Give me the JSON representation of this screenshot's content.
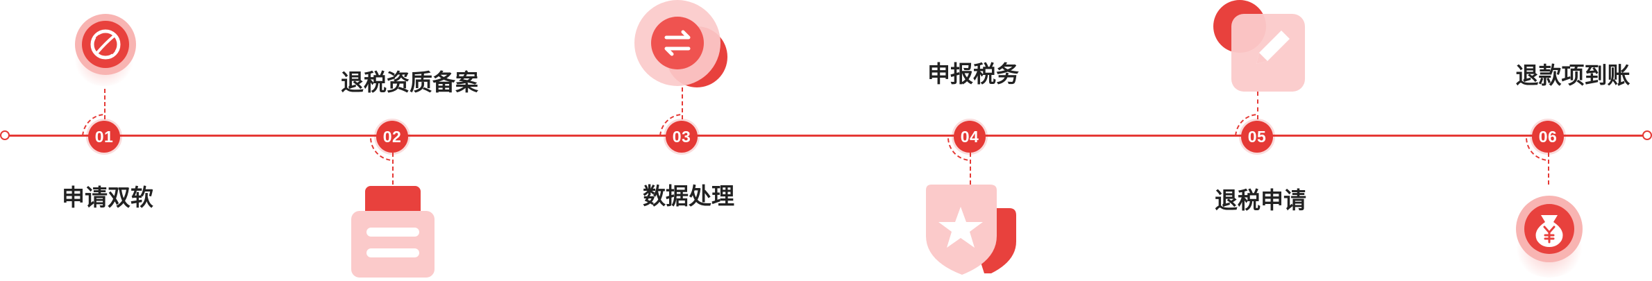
{
  "steps": [
    {
      "num": "01",
      "label": "申请双软"
    },
    {
      "num": "02",
      "label": "退税资质备案"
    },
    {
      "num": "03",
      "label": "数据处理"
    },
    {
      "num": "04",
      "label": "申报税务"
    },
    {
      "num": "05",
      "label": "退税申请"
    },
    {
      "num": "06",
      "label": "退款项到账"
    }
  ],
  "colors": {
    "accent": "#e53935",
    "text": "#222222"
  }
}
